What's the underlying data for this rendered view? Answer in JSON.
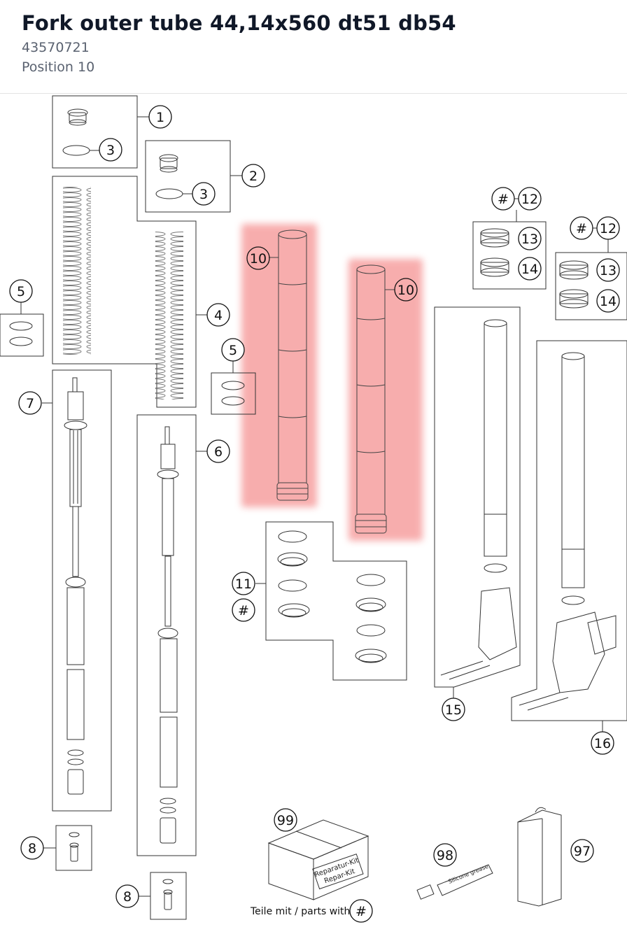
{
  "header": {
    "title": "Fork outer tube 44,14x560 dt51 db54",
    "part_number": "43570721",
    "position": "Position 10"
  },
  "diagram": {
    "highlight_color": "#f7a5a5",
    "labels": {
      "p1": "1",
      "p2": "2",
      "p3a": "3",
      "p3b": "3",
      "p4": "4",
      "p5a": "5",
      "p5b": "5",
      "p6": "6",
      "p7": "7",
      "p8a": "8",
      "p8b": "8",
      "p10a": "10",
      "p10b": "10",
      "p11": "11",
      "p11h": "#",
      "p12ah": "#",
      "p12a": "12",
      "p13a": "13",
      "p14a": "14",
      "p12bh": "#",
      "p12b": "12",
      "p13b": "13",
      "p14b": "14",
      "p15": "15",
      "p16": "16",
      "p97": "97",
      "p98": "98",
      "p99": "99",
      "footer_hash": "#"
    },
    "box_text_1": "Reparatur-Kit",
    "box_text_2": "Repar-Kit",
    "tube_text": "Silicone grease",
    "footer_note": "Teile mit / parts with"
  }
}
